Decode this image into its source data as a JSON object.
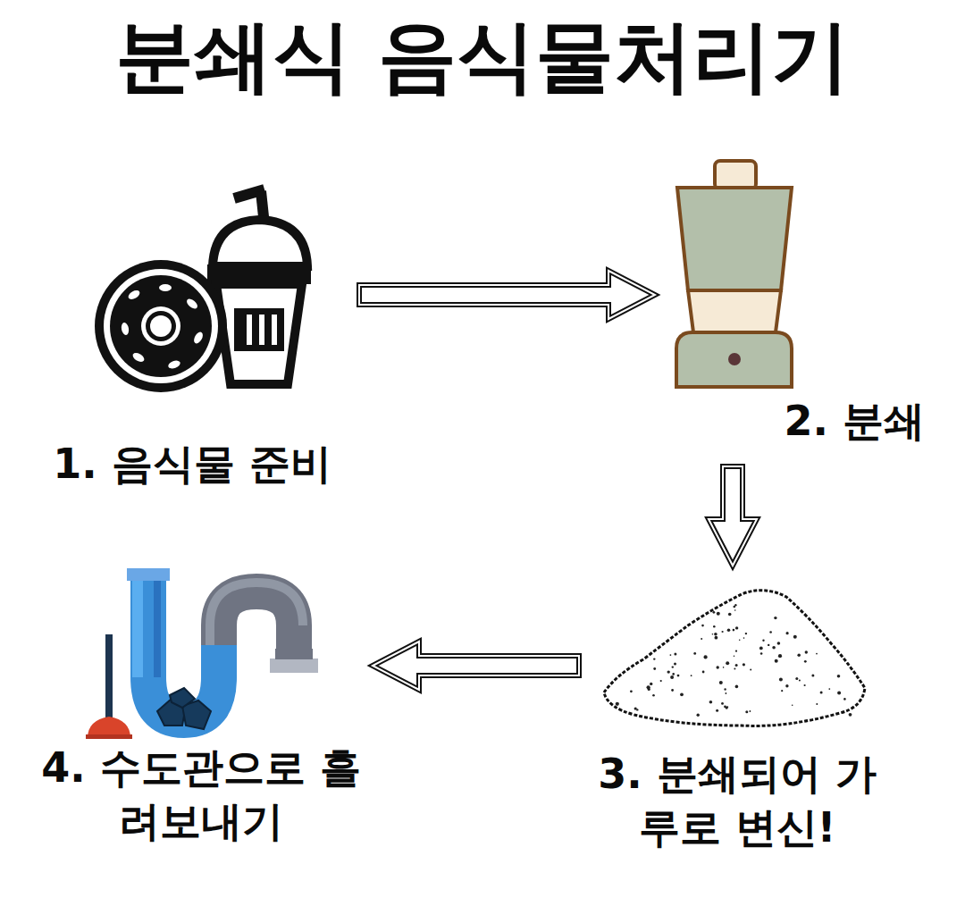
{
  "diagram": {
    "title": "분쇄식 음식물처리기",
    "nodes": [
      {
        "text": [
          "1. 음식물 준비"
        ]
      },
      {
        "text": [
          "2. 분쇄"
        ]
      },
      {
        "text": [
          "3. 분쇄되어 가루로 변신!"
        ]
      },
      {
        "text": [
          "4. 수도관으로 흘려보내기"
        ]
      }
    ],
    "edges": [
      {
        "from": 0,
        "to": 1,
        "arrow": "to"
      },
      {
        "from": 1,
        "to": 2,
        "arrow": "to"
      },
      {
        "from": 2,
        "to": 3,
        "arrow": "to"
      }
    ]
  }
}
